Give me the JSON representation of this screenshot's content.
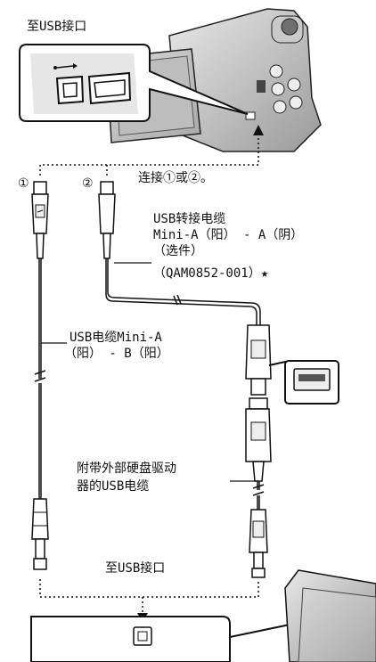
{
  "top_label": "至USB接口",
  "connect_text": "连接①或②。",
  "marker_1": "①",
  "marker_2": "②",
  "adapter": {
    "line1": "USB转接电缆",
    "line2": "Mini-A（阳） - A（阴）",
    "line3": "（选件）",
    "line4": "（QAM0852-001）★"
  },
  "usb_cable": {
    "line1": "USB电缆Mini-A",
    "line2": "（阳） - B（阳）"
  },
  "hdd_cable": {
    "line1": "附带外部硬盘驱动",
    "line2": "器的USB电缆"
  },
  "bottom_label": "至USB接口",
  "usb_symbol": "usb-icon"
}
